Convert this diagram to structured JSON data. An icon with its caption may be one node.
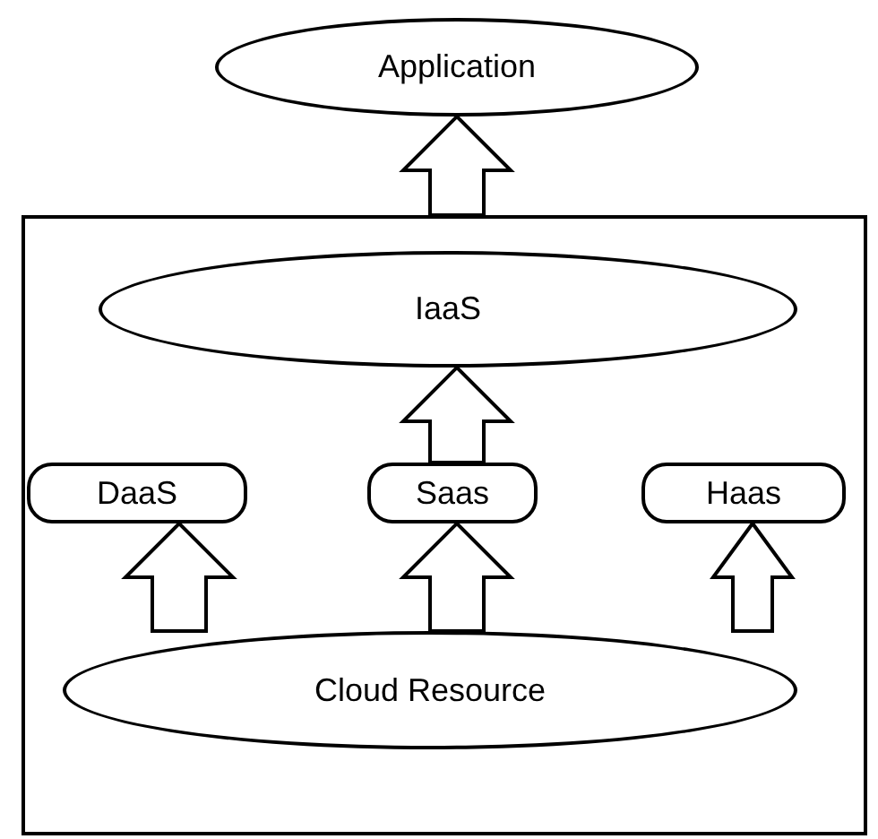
{
  "diagram": {
    "nodes": [
      {
        "text": [
          "Application"
        ]
      },
      {
        "text": [],
        "shape": "box"
      },
      {
        "text": [
          "IaaS"
        ],
        "in": 1
      },
      {
        "text": [
          "DaaS"
        ],
        "in": 1
      },
      {
        "text": [
          "Saas"
        ],
        "in": 1
      },
      {
        "text": [
          "Haas"
        ],
        "in": 1
      },
      {
        "text": [
          "Cloud Resource"
        ],
        "in": 1
      }
    ],
    "edges": [
      {
        "from": 1,
        "to": 0,
        "arrow": "to"
      },
      {
        "from": 4,
        "to": 2,
        "arrow": "to"
      },
      {
        "from": 6,
        "to": 3,
        "arrow": "to"
      },
      {
        "from": 6,
        "to": 4,
        "arrow": "to"
      },
      {
        "from": 6,
        "to": 5,
        "arrow": "to"
      }
    ]
  }
}
